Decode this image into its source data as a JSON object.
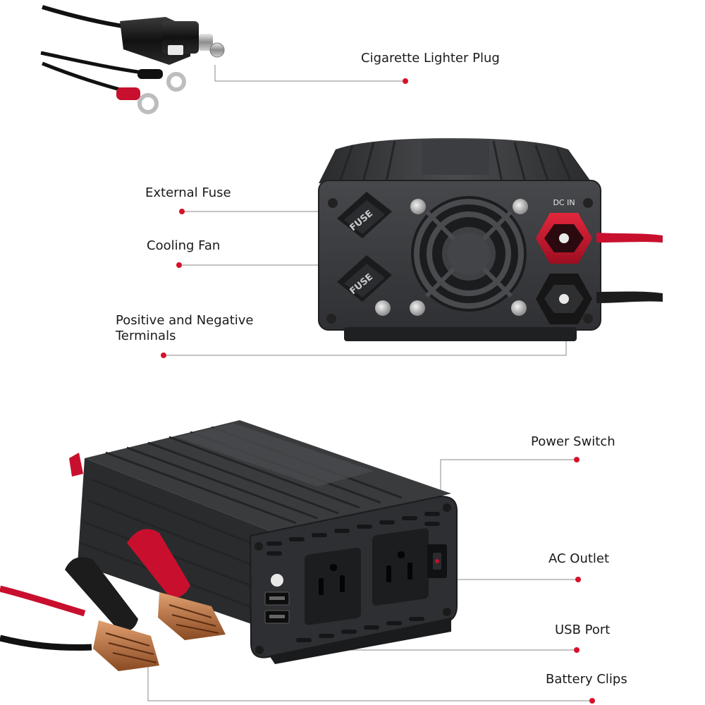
{
  "callouts": {
    "cigarette_lighter_plug": "Cigarette Lighter Plug",
    "external_fuse": "External Fuse",
    "cooling_fan": "Cooling Fan",
    "terminals": "Positive and Negative\nTerminals",
    "power_switch": "Power Switch",
    "ac_outlet": "AC Outlet",
    "usb_port": "USB Port",
    "battery_clips": "Battery Clips"
  },
  "device_markings": {
    "dc_in": "DC IN",
    "fuse": "FUSE"
  },
  "colors": {
    "leader_line": "#8a8a8a",
    "callout_dot": "#d8112a",
    "housing": "#3a3b3d",
    "housing_dark": "#1f2022",
    "positive_terminal": "#c8102e",
    "negative_terminal": "#1c1c1c",
    "copper_clip": "#b86a3a"
  }
}
